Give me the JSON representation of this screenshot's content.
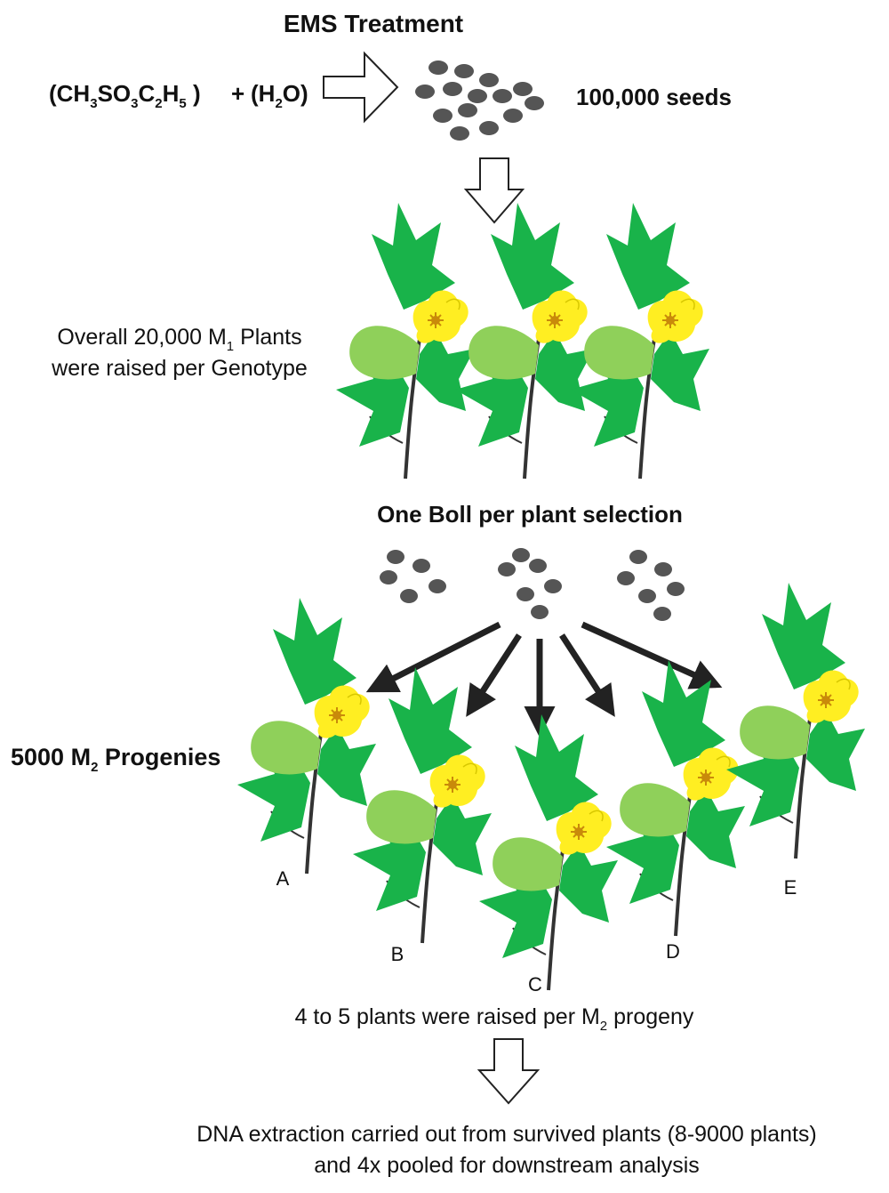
{
  "title": "EMS Treatment",
  "formula": {
    "chem_parts": [
      "(CH",
      "3",
      "SO",
      "3",
      "C",
      "2",
      "H",
      "5",
      " )"
    ],
    "plus": "+",
    "water_parts": [
      "(H",
      "2",
      "O)"
    ]
  },
  "seeds_label": "100,000 seeds",
  "m1": {
    "line1_parts": [
      "Overall 20,000 M",
      "1",
      " Plants"
    ],
    "line2": "were raised per Genotype"
  },
  "boll_label": "One Boll per plant selection",
  "m2": {
    "label_parts": [
      "5000 M",
      "2",
      " Progenies"
    ]
  },
  "progeny_letters": [
    "A",
    "B",
    "C",
    "D",
    "E"
  ],
  "plants_per_progeny_parts": [
    "4 to 5 plants were raised per M",
    "2",
    " progeny"
  ],
  "dna": {
    "line1": "DNA extraction carried out from survived plants (8-9000 plants)",
    "line2": "and 4x pooled for downstream analysis"
  },
  "colors": {
    "leaf": "#19b34a",
    "leaf_light": "#8fd05a",
    "flower": "#ffee22",
    "flower_center": "#c98a0a",
    "seed": "#555555",
    "stem": "#333333"
  }
}
